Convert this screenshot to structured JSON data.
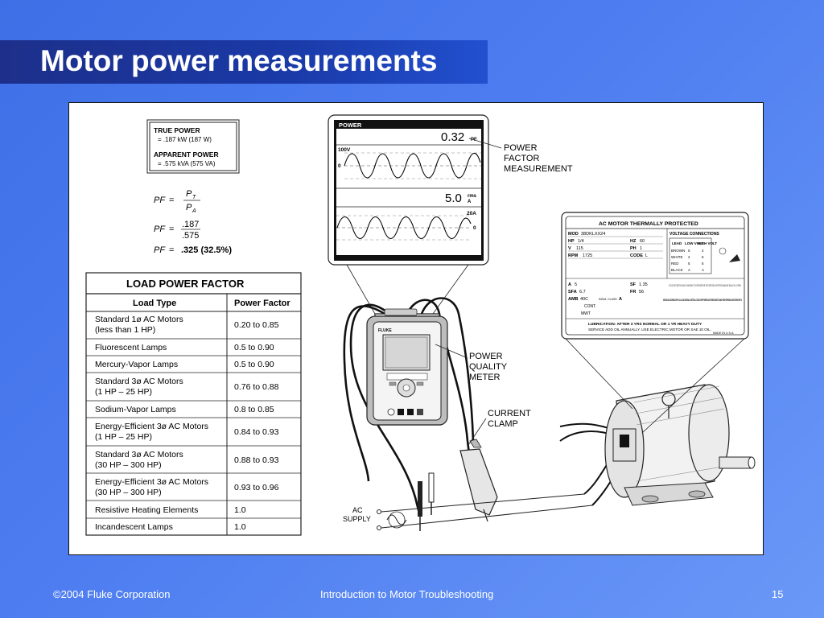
{
  "slide": {
    "title": "Motor power measurements",
    "footer_left": "©2004 Fluke Corporation",
    "footer_center": "Introduction to Motor Troubleshooting",
    "page_number": "15"
  },
  "colors": {
    "background": "#4d7df0",
    "title_bar": "#1a3aa8",
    "panel": "#ffffff"
  },
  "power_box": {
    "true_power_label": "TRUE POWER",
    "true_power_value": "= .187 kW (187 W)",
    "apparent_power_label": "APPARENT POWER",
    "apparent_power_value": "= .575 kVA (575 VA)"
  },
  "formula": {
    "pf": "PF",
    "eq": "=",
    "pt": "P",
    "pt_sub": "T",
    "pa": "P",
    "pa_sub": "A",
    "num": ".187",
    "den": ".575",
    "result": ".325 (32.5%)"
  },
  "table": {
    "title": "LOAD POWER FACTOR",
    "headers": [
      "Load Type",
      "Power Factor"
    ],
    "rows": [
      {
        "load": [
          "Standard 1ø AC Motors",
          "(less than 1 HP)"
        ],
        "pf": "0.20 to 0.85"
      },
      {
        "load": [
          "Fluorescent Lamps"
        ],
        "pf": "0.5 to 0.90"
      },
      {
        "load": [
          "Mercury-Vapor Lamps"
        ],
        "pf": "0.5 to 0.90"
      },
      {
        "load": [
          "Standard 3ø AC Motors",
          "(1 HP – 25 HP)"
        ],
        "pf": "0.76 to 0.88"
      },
      {
        "load": [
          "Sodium-Vapor Lamps"
        ],
        "pf": "0.8 to 0.85"
      },
      {
        "load": [
          "Energy-Efficient 3ø AC Motors",
          "(1 HP – 25 HP)"
        ],
        "pf": "0.84 to 0.93"
      },
      {
        "load": [
          "Standard 3ø AC Motors",
          "(30 HP – 300 HP)"
        ],
        "pf": "0.88 to 0.93"
      },
      {
        "load": [
          "Energy-Efficient 3ø AC Motors",
          "(30 HP – 300 HP)"
        ],
        "pf": "0.93 to 0.96"
      },
      {
        "load": [
          "Resistive Heating Elements"
        ],
        "pf": "1.0"
      },
      {
        "load": [
          "Incandescent Lamps"
        ],
        "pf": "1.0"
      }
    ]
  },
  "meter_screen": {
    "header": "POWER",
    "pf_value": "0.32",
    "pf_unit": "PF",
    "voltage_scale": "100V",
    "zero1": "0",
    "current_value": "5.0",
    "current_unit_top": "rms",
    "current_unit_bottom": "A",
    "current_scale": "20A",
    "zero2": "0"
  },
  "callouts": {
    "pf_measurement": [
      "POWER",
      "FACTOR",
      "MEASUREMENT"
    ],
    "pq_meter": [
      "POWER",
      "QUALITY",
      "METER"
    ],
    "current_clamp": [
      "CURRENT",
      "CLAMP"
    ],
    "ac_supply": [
      "AC",
      "SUPPLY"
    ]
  },
  "meter_brand": "FLUKE",
  "nameplate": {
    "title": "AC MOTOR THERMALLY PROTECTED",
    "rows": [
      {
        "k1": "MOD",
        "v1": "38DKLXX24",
        "k2": "",
        "v2": ""
      },
      {
        "k1": "HP",
        "v1": "1/4",
        "k2": "HZ",
        "v2": "60"
      },
      {
        "k1": "V",
        "v1": "115",
        "k2": "PH",
        "v2": "1"
      },
      {
        "k1": "RPM",
        "v1": "1725",
        "k2": "CODE",
        "v2": "L"
      }
    ],
    "rows2": [
      {
        "k1": "A",
        "v1": "5",
        "k2": "SF",
        "v2": "1.35"
      },
      {
        "k1": "SFA",
        "v1": "6.7",
        "k2": "FR",
        "v2": "56"
      },
      {
        "k1": "AMB",
        "v1": "40C",
        "k2": "INSUL CLASS",
        "v2": "A"
      }
    ],
    "voltage_connections": "VOLTAGE CONNECTIONS",
    "vc_headers": [
      "LEAD",
      "LOW VOLT",
      "HIGH VOLT"
    ],
    "vc_rows": [
      [
        "BROWN",
        "5",
        "4"
      ],
      [
        "WHITE",
        "2",
        "6"
      ],
      [
        "RED",
        "5",
        "5"
      ],
      [
        "BLACK",
        "A",
        "A"
      ]
    ],
    "cont": "CONT.",
    "mwt": "MWT",
    "rotation_note": "CCW ROTATION AS SHOWN TO REVERSE ROTATION INTERCHANGE BLACK & RED",
    "ground_note": "GROUND IN ACCORDANCE WITH LOCAL AND NATIONAL ELECTRICAL CODES. KEEP FINGERS AND FOREIGN OBJECTS AWAY FROM OPENINGS AND ROTATING PARTS.",
    "lube_note_1": "LUBRICATION: AFTER 3 YRS NORMAL OR 1 YR HEAVY DUTY",
    "lube_note_2": "SERVICE ADD OIL ANNUALLY. USE ELECTRIC MOTOR OR SAE 10 OIL.",
    "made_in": "MADE IN U.S.A."
  }
}
